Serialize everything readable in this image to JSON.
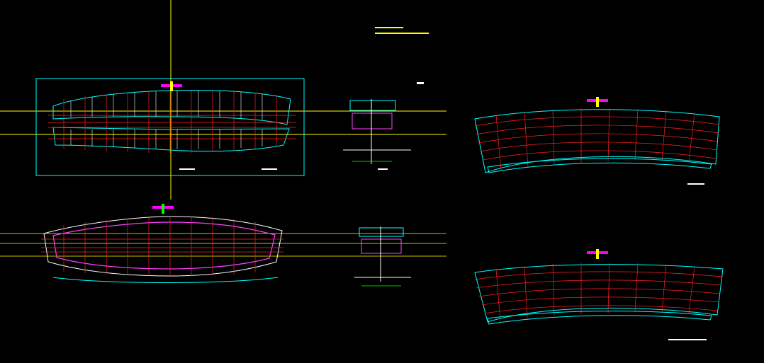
{
  "viewport": {
    "background": "#000000"
  },
  "colors": {
    "crosshair": "#ffff00",
    "viewport_frame": "#00ffff",
    "grid_red": "#ff2020",
    "structure_cyan": "#00ffff",
    "structure_white": "#ffffff",
    "structure_magenta": "#ff40ff",
    "structure_green": "#00ff00",
    "markers_yellow": "#ffff00",
    "markers_magenta": "#ff00ff"
  },
  "notes": {
    "line1": "",
    "line2": ""
  },
  "drawings": [
    {
      "name": "plan-top-left",
      "selected": true
    },
    {
      "name": "section-top-middle"
    },
    {
      "name": "plan-right-top"
    },
    {
      "name": "plan-bottom-left"
    },
    {
      "name": "section-bottom-middle"
    },
    {
      "name": "plan-right-bottom"
    }
  ]
}
